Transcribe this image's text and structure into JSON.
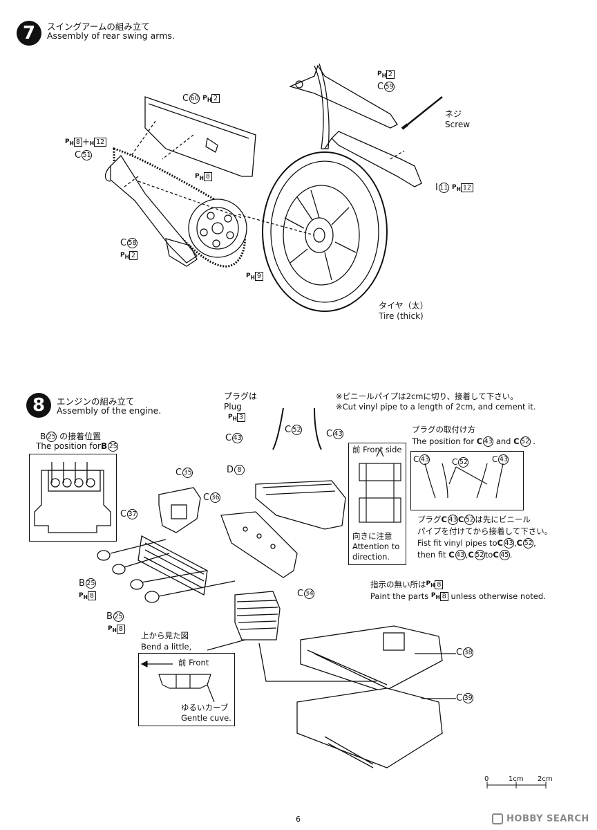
{
  "step7": {
    "number": "7",
    "title_jp": "スイングアームの組み立て",
    "title_en": "Assembly of rear swing arms.",
    "labels": {
      "c60_letter": "C",
      "c60_num": "60",
      "c60_ph": "2",
      "ph2_top": "2",
      "c59_letter": "C",
      "c59_num": "59",
      "screw_jp": "ネジ",
      "screw_en": "Screw",
      "c51_ph_a": "8",
      "c51_ph_b": "12",
      "c51_letter": "C",
      "c51_num": "51",
      "ph8_chain": "8",
      "i11_letter": "I",
      "i11_num": "11",
      "i11_ph": "12",
      "c58_letter": "C",
      "c58_num": "58",
      "c58_ph": "2",
      "ph9": "9",
      "tire_jp": "タイヤ（太）",
      "tire_en": "Tire (thick)"
    }
  },
  "step8": {
    "number": "8",
    "title_jp": "エンジンの組み立て",
    "title_en": "Assembly of the engine.",
    "b25_pos_jp": "の接着位置",
    "b25_pos_en": "The position for",
    "b25_letter": "B",
    "b25_num": "25",
    "plug_jp": "プラグは",
    "plug_en": "Plug",
    "plug_ph": "3",
    "c43": "43",
    "c52": "52",
    "c8_letter": "D",
    "c8_num": "8",
    "c35": "35",
    "c36": "36",
    "c37": "37",
    "c34": "34",
    "c38": "38",
    "c39": "39",
    "b25_ph": "8",
    "vinyl_jp": "※ビニールパイプは2cmに切り、接着して下さい。",
    "vinyl_en": "※Cut vinyl pipe to a length of 2cm, and cement it.",
    "front_side": "前  Front side",
    "attention_jp": "向きに注意",
    "attention_en1": "Attention to",
    "attention_en2": "direction.",
    "plug_pos_jp": "プラグの取付け方",
    "plug_pos_en": "The position for",
    "plug_pos_and": "and",
    "fit_jp1": "は先にビニール",
    "fit_jp2": "パイプを付けてから接着して下さい。",
    "fit_en1": "Fist fit vinyl pipes to",
    "fit_en2": "then fit",
    "fit_en_to": "to",
    "fit_c45": "45",
    "paint_jp": "指示の無い所は",
    "paint_en1": "Paint the parts",
    "paint_en2": "unless otherwise noted.",
    "paint_ph": "8",
    "top_view_jp": "上から見た図",
    "bend_en": "Bend a little,",
    "front_jp_en": "前    Front",
    "gentle_jp": "ゆるいカーブ",
    "gentle_en": "Gentle cuve."
  },
  "scale": {
    "labels": [
      "0",
      "1cm",
      "2cm"
    ]
  },
  "page_number": "6",
  "watermark": "HOBBY SEARCH"
}
